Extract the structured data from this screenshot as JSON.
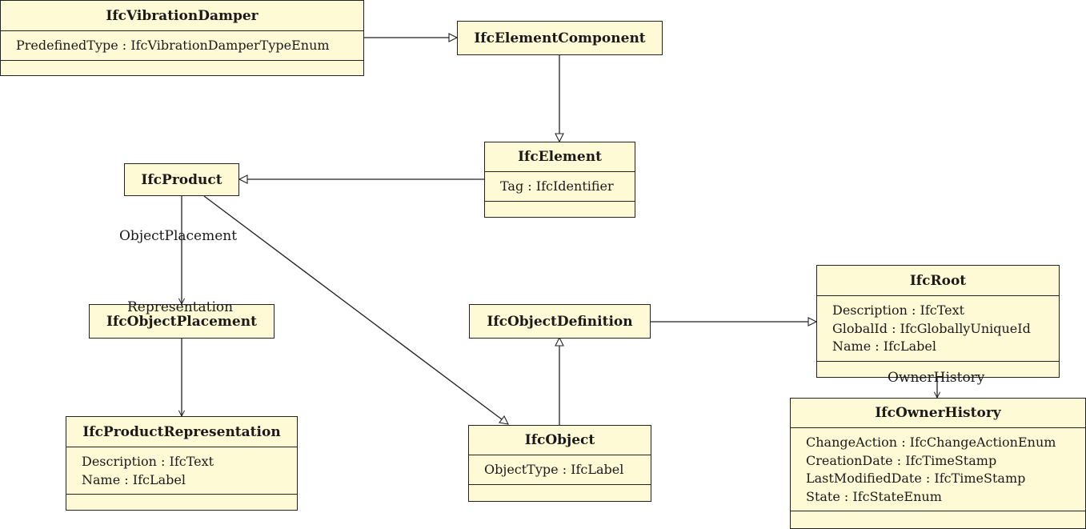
{
  "classes": {
    "vibration_damper": {
      "name": "IfcVibrationDamper",
      "attributes": [
        "PredefinedType : IfcVibrationDamperTypeEnum"
      ]
    },
    "element_component": {
      "name": "IfcElementComponent"
    },
    "element": {
      "name": "IfcElement",
      "attributes": [
        "Tag : IfcIdentifier"
      ]
    },
    "product": {
      "name": "IfcProduct"
    },
    "object_placement": {
      "name": "IfcObjectPlacement"
    },
    "product_representation": {
      "name": "IfcProductRepresentation",
      "attributes": [
        "Description : IfcText",
        "Name : IfcLabel"
      ]
    },
    "object_definition": {
      "name": "IfcObjectDefinition"
    },
    "object": {
      "name": "IfcObject",
      "attributes": [
        "ObjectType : IfcLabel"
      ]
    },
    "root": {
      "name": "IfcRoot",
      "attributes": [
        "Description : IfcText",
        "GlobalId : IfcGloballyUniqueId",
        "Name : IfcLabel"
      ]
    },
    "owner_history": {
      "name": "IfcOwnerHistory",
      "attributes": [
        "ChangeAction : IfcChangeActionEnum",
        "CreationDate : IfcTimeStamp",
        "LastModifiedDate : IfcTimeStamp",
        "State : IfcStateEnum"
      ]
    }
  },
  "associations": {
    "object_placement": "ObjectPlacement",
    "representation": "Representation",
    "owner_history": "OwnerHistory"
  },
  "relations": [
    {
      "from": "vibration_damper",
      "to": "element_component",
      "kind": "generalization"
    },
    {
      "from": "element_component",
      "to": "element",
      "kind": "generalization"
    },
    {
      "from": "element",
      "to": "product",
      "kind": "generalization"
    },
    {
      "from": "product",
      "to": "object",
      "kind": "generalization"
    },
    {
      "from": "object",
      "to": "object_definition",
      "kind": "generalization"
    },
    {
      "from": "object_definition",
      "to": "root",
      "kind": "generalization"
    },
    {
      "from": "product",
      "to": "object_placement",
      "kind": "association"
    },
    {
      "from": "object_placement",
      "to": "product_representation",
      "kind": "association"
    },
    {
      "from": "root",
      "to": "owner_history",
      "kind": "association"
    }
  ]
}
